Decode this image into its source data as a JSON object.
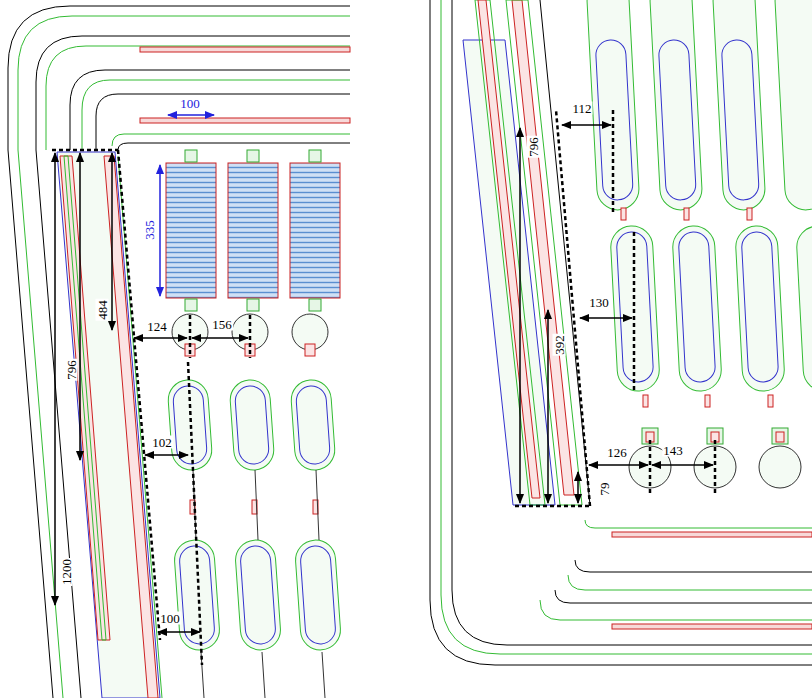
{
  "diagram": {
    "labels": [
      "100",
      "335",
      "484",
      "124",
      "156",
      "796",
      "102",
      "1200",
      "100",
      "112",
      "796",
      "130",
      "392",
      "126",
      "143",
      "79"
    ]
  }
}
